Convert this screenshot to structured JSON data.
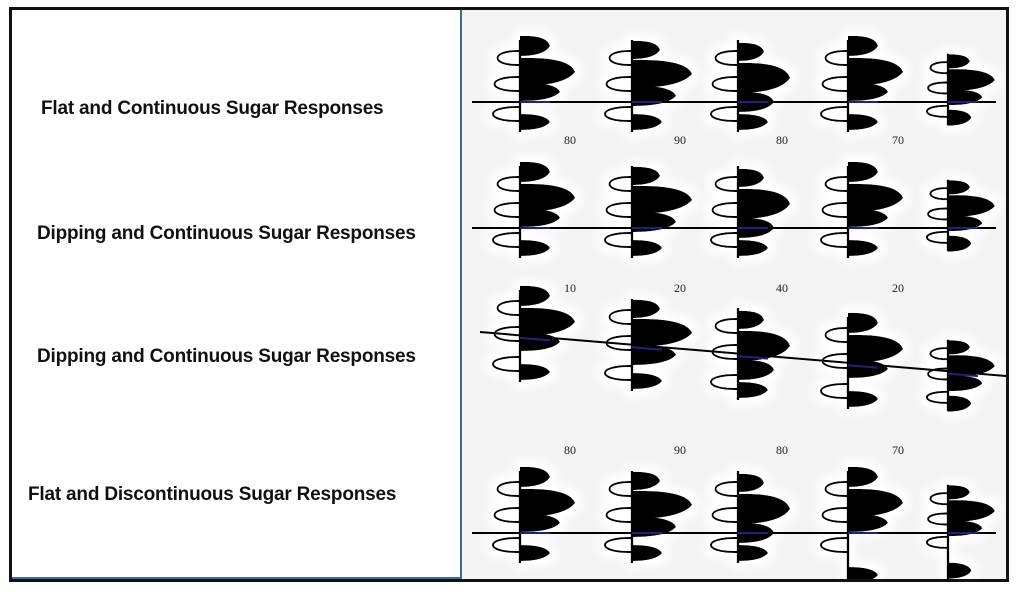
{
  "rows": [
    {
      "label": "Flat and Continuous Sugar Responses",
      "numbers": [
        "80",
        "90",
        "80",
        "70"
      ],
      "baseline": "flat",
      "continuous": true
    },
    {
      "label": "Dipping and Continuous Sugar Responses",
      "numbers": [
        "10",
        "20",
        "40",
        "20"
      ],
      "baseline": "flat",
      "continuous": true
    },
    {
      "label": "Dipping and Continuous Sugar Responses",
      "numbers": [
        "80",
        "90",
        "80",
        "70"
      ],
      "baseline": "tilted",
      "continuous": true
    },
    {
      "label": "Flat and Discontinuous Sugar Responses",
      "numbers": [],
      "baseline": "flat",
      "continuous": false
    }
  ],
  "colors": {
    "frame": "#111111",
    "divider": "#3a6b9c",
    "panel_background": "#f4f4f4",
    "baseline_accent": "#1a237e"
  }
}
